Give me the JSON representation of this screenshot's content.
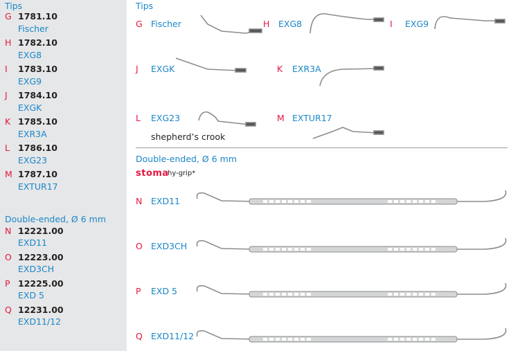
{
  "sidebar": {
    "tips_heading": "Tips",
    "tips": [
      {
        "letter": "G",
        "code": "1781.10",
        "name": "Fischer"
      },
      {
        "letter": "H",
        "code": "1782.10",
        "name": "EXG8"
      },
      {
        "letter": "I",
        "code": "1783.10",
        "name": "EXG9"
      },
      {
        "letter": "J",
        "code": "1784.10",
        "name": "EXGK"
      },
      {
        "letter": "K",
        "code": "1785.10",
        "name": "EXR3A"
      },
      {
        "letter": "L",
        "code": "1786.10",
        "name": "EXG23"
      },
      {
        "letter": "M",
        "code": "1787.10",
        "name": "EXTUR17"
      }
    ],
    "double_heading": "Double-ended, Ø 6 mm",
    "double": [
      {
        "letter": "N",
        "code": "12221.00",
        "name": "EXD11"
      },
      {
        "letter": "O",
        "code": "12223.00",
        "name": "EXD3CH"
      },
      {
        "letter": "P",
        "code": "12225.00",
        "name": "EXD 5"
      },
      {
        "letter": "Q",
        "code": "12231.00",
        "name": "EXD11/12"
      }
    ]
  },
  "main": {
    "tips_heading": "Tips",
    "tips": [
      {
        "letter": "G",
        "name": "Fischer"
      },
      {
        "letter": "H",
        "name": "EXG8"
      },
      {
        "letter": "I",
        "name": "EXG9"
      },
      {
        "letter": "J",
        "name": "EXGK"
      },
      {
        "letter": "K",
        "name": "EXR3A"
      },
      {
        "letter": "L",
        "name": "EXG23"
      },
      {
        "letter": "M",
        "name": "EXTUR17"
      }
    ],
    "shepherd_note": "shepherd’s crook",
    "double_heading": "Double-ended, Ø 6 mm",
    "brand_logo": "stoma",
    "brand_product": "hy-grip*",
    "double": [
      {
        "letter": "N",
        "name": "EXD11"
      },
      {
        "letter": "O",
        "name": "EXD3CH"
      },
      {
        "letter": "P",
        "name": "EXD 5"
      },
      {
        "letter": "Q",
        "name": "EXD11/12"
      }
    ]
  }
}
